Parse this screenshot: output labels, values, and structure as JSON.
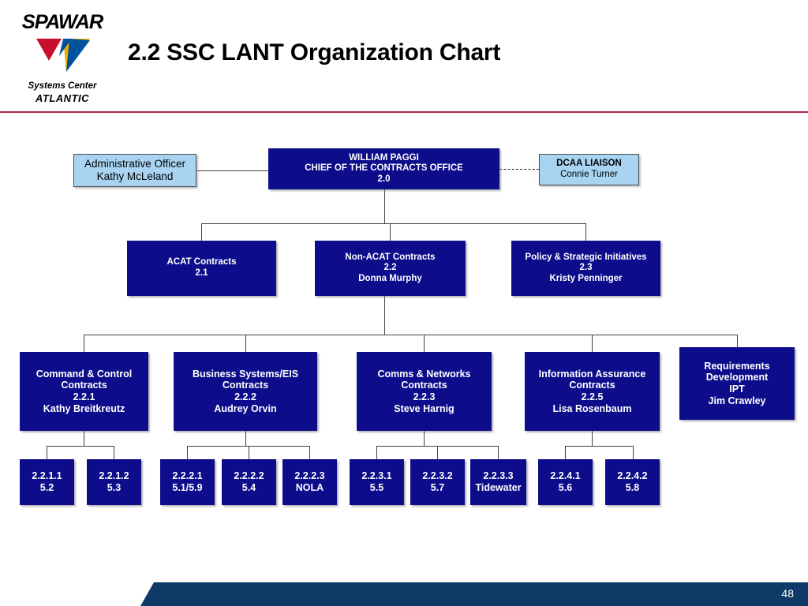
{
  "header": {
    "title": "2.2 SSC LANT Organization Chart",
    "logo": {
      "wordmark": "SPAWAR",
      "line1": "Systems Center",
      "line2": "ATLANTIC",
      "colors": {
        "red": "#c8102e",
        "gold": "#f0b000",
        "blue": "#00529b"
      }
    },
    "rule_color": "#b02a45"
  },
  "footer": {
    "page_number": "48",
    "bar_color": "#0d3a66"
  },
  "theme": {
    "navy": "#0d0d8c",
    "light_blue": "#a8d4f2",
    "connector": "#404040",
    "text_on_navy": "#ffffff"
  },
  "chart_data": {
    "type": "org-chart",
    "title": "2.2 SSC LANT Organization Chart",
    "nodes": [
      {
        "id": "admin-officer",
        "style": "light-blue",
        "lines": [
          "Administrative Officer",
          "Kathy McLeland"
        ],
        "bold_lines": []
      },
      {
        "id": "chief-contracts-office",
        "style": "navy",
        "lines": [
          "WILLIAM PAGGI",
          "CHIEF OF THE CONTRACTS  OFFICE",
          "2.0"
        ]
      },
      {
        "id": "dcaa-liaison",
        "style": "light-blue",
        "lines": [
          "DCAA LIAISON",
          "Connie Turner"
        ],
        "bold_lines": [
          0
        ]
      },
      {
        "id": "acat-contracts",
        "style": "navy",
        "lines": [
          "ACAT Contracts",
          "2.1"
        ]
      },
      {
        "id": "non-acat-contracts",
        "style": "navy",
        "lines": [
          "Non-ACAT Contracts",
          "2.2",
          "Donna Murphy"
        ]
      },
      {
        "id": "policy-strategic",
        "style": "navy",
        "lines": [
          "Policy & Strategic Initiatives",
          "2.3",
          "Kristy Penninger"
        ]
      },
      {
        "id": "command-control",
        "style": "navy",
        "lines": [
          "Command & Control",
          "Contracts",
          "2.2.1",
          "Kathy Breitkreutz"
        ]
      },
      {
        "id": "business-systems",
        "style": "navy",
        "lines": [
          "Business Systems/EIS",
          "Contracts",
          "2.2.2",
          "Audrey Orvin"
        ]
      },
      {
        "id": "comms-networks",
        "style": "navy",
        "lines": [
          "Comms & Networks",
          "Contracts",
          "2.2.3",
          "Steve Harnig"
        ]
      },
      {
        "id": "info-assurance",
        "style": "navy",
        "lines": [
          "Information Assurance",
          "Contracts",
          "2.2.5",
          "Lisa Rosenbaum"
        ]
      },
      {
        "id": "requirements-ipt",
        "style": "navy",
        "lines": [
          "Requirements",
          "Development",
          "IPT",
          "Jim Crawley"
        ]
      },
      {
        "id": "n-2211",
        "style": "navy",
        "lines": [
          "2.2.1.1",
          "5.2"
        ]
      },
      {
        "id": "n-2212",
        "style": "navy",
        "lines": [
          "2.2.1.2",
          "5.3"
        ]
      },
      {
        "id": "n-2221",
        "style": "navy",
        "lines": [
          "2.2.2.1",
          "5.1/5.9"
        ]
      },
      {
        "id": "n-2222",
        "style": "navy",
        "lines": [
          "2.2.2.2",
          "5.4"
        ]
      },
      {
        "id": "n-2223",
        "style": "navy",
        "lines": [
          "2.2.2.3",
          "NOLA"
        ]
      },
      {
        "id": "n-2231",
        "style": "navy",
        "lines": [
          "2.2.3.1",
          "5.5"
        ]
      },
      {
        "id": "n-2232",
        "style": "navy",
        "lines": [
          "2.2.3.2",
          "5.7"
        ]
      },
      {
        "id": "n-2233",
        "style": "navy",
        "lines": [
          "2.2.3.3",
          "Tidewater"
        ]
      },
      {
        "id": "n-2241",
        "style": "navy",
        "lines": [
          "2.2.4.1",
          "5.6"
        ]
      },
      {
        "id": "n-2242",
        "style": "navy",
        "lines": [
          "2.2.4.2",
          "5.8"
        ]
      }
    ],
    "edges": [
      {
        "from": "admin-officer",
        "to": "chief-contracts-office",
        "style": "solid"
      },
      {
        "from": "chief-contracts-office",
        "to": "dcaa-liaison",
        "style": "dashed"
      },
      {
        "from": "chief-contracts-office",
        "to": "acat-contracts",
        "style": "solid"
      },
      {
        "from": "chief-contracts-office",
        "to": "non-acat-contracts",
        "style": "solid"
      },
      {
        "from": "chief-contracts-office",
        "to": "policy-strategic",
        "style": "solid"
      },
      {
        "from": "non-acat-contracts",
        "to": "command-control",
        "style": "solid"
      },
      {
        "from": "non-acat-contracts",
        "to": "business-systems",
        "style": "solid"
      },
      {
        "from": "non-acat-contracts",
        "to": "comms-networks",
        "style": "solid"
      },
      {
        "from": "non-acat-contracts",
        "to": "info-assurance",
        "style": "solid"
      },
      {
        "from": "non-acat-contracts",
        "to": "requirements-ipt",
        "style": "solid"
      },
      {
        "from": "command-control",
        "to": "n-2211",
        "style": "solid"
      },
      {
        "from": "command-control",
        "to": "n-2212",
        "style": "solid"
      },
      {
        "from": "business-systems",
        "to": "n-2221",
        "style": "solid"
      },
      {
        "from": "business-systems",
        "to": "n-2222",
        "style": "solid"
      },
      {
        "from": "business-systems",
        "to": "n-2223",
        "style": "solid"
      },
      {
        "from": "comms-networks",
        "to": "n-2231",
        "style": "solid"
      },
      {
        "from": "comms-networks",
        "to": "n-2232",
        "style": "solid"
      },
      {
        "from": "comms-networks",
        "to": "n-2233",
        "style": "solid"
      },
      {
        "from": "info-assurance",
        "to": "n-2241",
        "style": "solid"
      },
      {
        "from": "info-assurance",
        "to": "n-2242",
        "style": "solid"
      }
    ]
  }
}
